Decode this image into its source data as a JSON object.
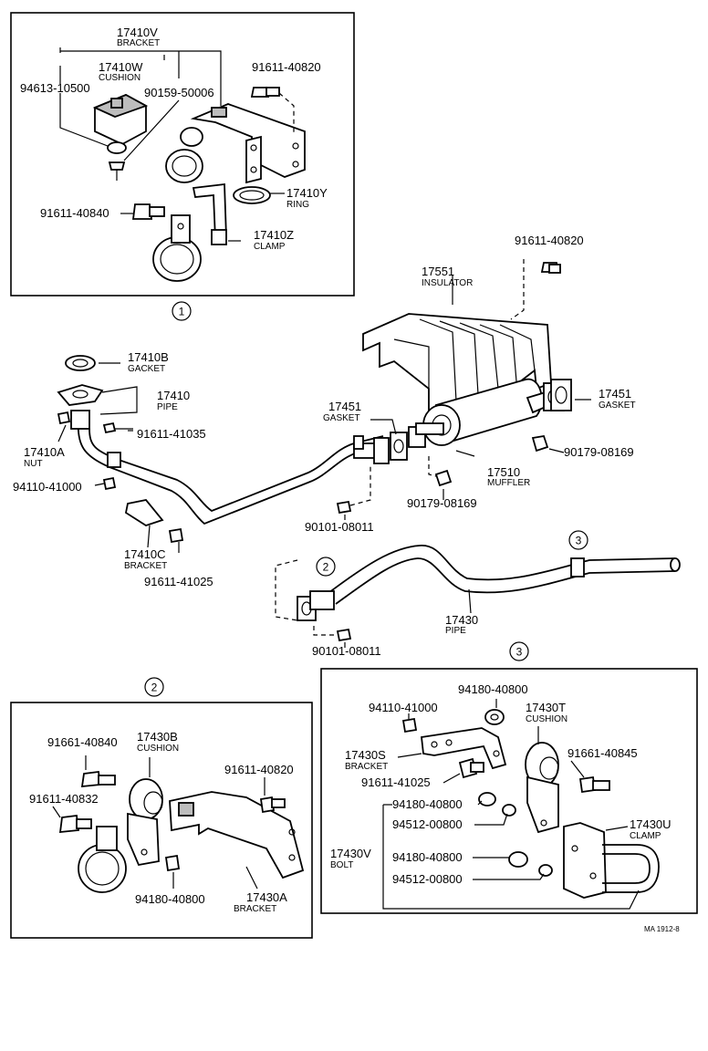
{
  "diagram_code": "MA 1912-8",
  "section_refs": {
    "one": "1",
    "two": "2",
    "three": "3"
  },
  "labels": {
    "p17410V": {
      "part": "17410V",
      "name": "BRACKET"
    },
    "p17410W": {
      "part": "17410W",
      "name": "CUSHION"
    },
    "p94613_10500": {
      "part": "94613-10500"
    },
    "p90159_50006": {
      "part": "90159-50006"
    },
    "p91611_40820_a": {
      "part": "91611-40820"
    },
    "p17410Y": {
      "part": "17410Y",
      "name": "RING"
    },
    "p91611_40840": {
      "part": "91611-40840"
    },
    "p17410Z": {
      "part": "17410Z",
      "name": "CLAMP"
    },
    "p91611_40820_b": {
      "part": "91611-40820"
    },
    "p17551": {
      "part": "17551",
      "name": "INSULATOR"
    },
    "p17410B": {
      "part": "17410B",
      "name": "GACKET"
    },
    "p17410": {
      "part": "17410",
      "name": "PIPE"
    },
    "p91611_41035": {
      "part": "91611-41035"
    },
    "p17410A": {
      "part": "17410A",
      "name": "NUT"
    },
    "p94110_41000_a": {
      "part": "94110-41000"
    },
    "p17451_a": {
      "part": "17451",
      "name": "GASKET"
    },
    "p17451_b": {
      "part": "17451",
      "name": "GASKET"
    },
    "p17510": {
      "part": "17510",
      "name": "MUFFLER"
    },
    "p90179_08169_a": {
      "part": "90179-08169"
    },
    "p90179_08169_b": {
      "part": "90179-08169"
    },
    "p90101_08011_a": {
      "part": "90101-08011"
    },
    "p17410C": {
      "part": "17410C",
      "name": "BRACKET"
    },
    "p91611_41025_a": {
      "part": "91611-41025"
    },
    "p17430": {
      "part": "17430",
      "name": "PIPE"
    },
    "p90101_08011_b": {
      "part": "90101-08011"
    },
    "p94180_40800_a": {
      "part": "94180-40800"
    },
    "p94110_41000_b": {
      "part": "94110-41000"
    },
    "p17430T": {
      "part": "17430T",
      "name": "CUSHION"
    },
    "p17430S": {
      "part": "17430S",
      "name": "BRACKET"
    },
    "p91661_40845": {
      "part": "91661-40845"
    },
    "p91611_41025_b": {
      "part": "91611-41025"
    },
    "p94180_40800_b": {
      "part": "94180-40800"
    },
    "p94512_00800_a": {
      "part": "94512-00800"
    },
    "p17430U": {
      "part": "17430U",
      "name": "CLAMP"
    },
    "p17430V": {
      "part": "17430V",
      "name": "BOLT"
    },
    "p94180_40800_c": {
      "part": "94180-40800"
    },
    "p94512_00800_b": {
      "part": "94512-00800"
    },
    "p91661_40840": {
      "part": "91661-40840"
    },
    "p17430B": {
      "part": "17430B",
      "name": "CUSHION"
    },
    "p91611_40820_c": {
      "part": "91611-40820"
    },
    "p91611_40832": {
      "part": "91611-40832"
    },
    "p94180_40800_d": {
      "part": "94180-40800"
    },
    "p17430A": {
      "part": "17430A",
      "name": "BRACKET"
    }
  }
}
